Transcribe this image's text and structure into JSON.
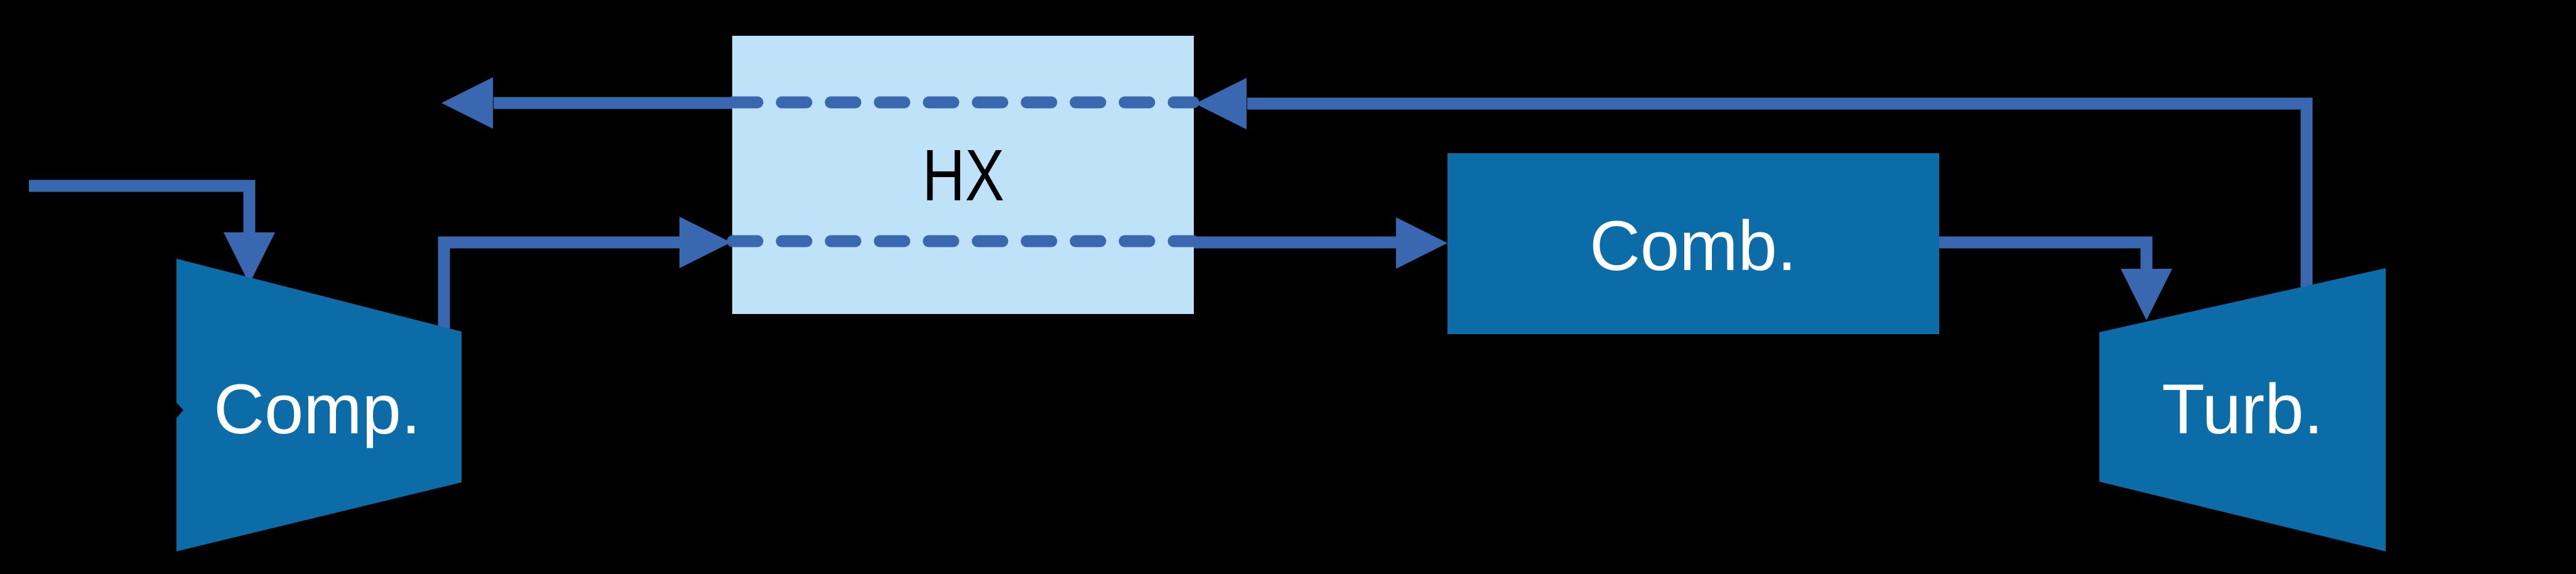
{
  "diagram": {
    "type": "process-flow",
    "description": "Recuperated gas turbine cycle block diagram on black background",
    "components": {
      "compressor": {
        "label": "Comp.",
        "shape": "trapezoid-wide-left"
      },
      "heat_exchanger": {
        "label": "HX",
        "shape": "rectangle"
      },
      "combustor": {
        "label": "Comb.",
        "shape": "rectangle"
      },
      "turbine": {
        "label": "Turb.",
        "shape": "trapezoid-wide-right"
      }
    },
    "streams": [
      {
        "from": "air-inlet",
        "to": "compressor",
        "style": "solid-arrow"
      },
      {
        "from": "compressor",
        "to": "heat-exchanger",
        "style": "solid-arrow"
      },
      {
        "from": "heat-exchanger-cold",
        "through": "heat-exchanger",
        "style": "dashed"
      },
      {
        "from": "heat-exchanger",
        "to": "combustor",
        "style": "solid-arrow"
      },
      {
        "from": "combustor",
        "to": "turbine",
        "style": "solid-arrow"
      },
      {
        "from": "turbine",
        "to": "heat-exchanger",
        "style": "solid-arrow"
      },
      {
        "from": "heat-exchanger-hot",
        "through": "heat-exchanger",
        "style": "dashed"
      },
      {
        "from": "heat-exchanger",
        "to": "exhaust-outlet",
        "style": "solid-arrow"
      }
    ]
  },
  "colors": {
    "background": "#000000",
    "unit_fill": "#0B6CA8",
    "hx_fill": "#BEE3F9",
    "stream": "#3A68B0",
    "unit_text": "#FFFFFF",
    "hx_text": "#000000",
    "work_arrow": "#000000"
  }
}
